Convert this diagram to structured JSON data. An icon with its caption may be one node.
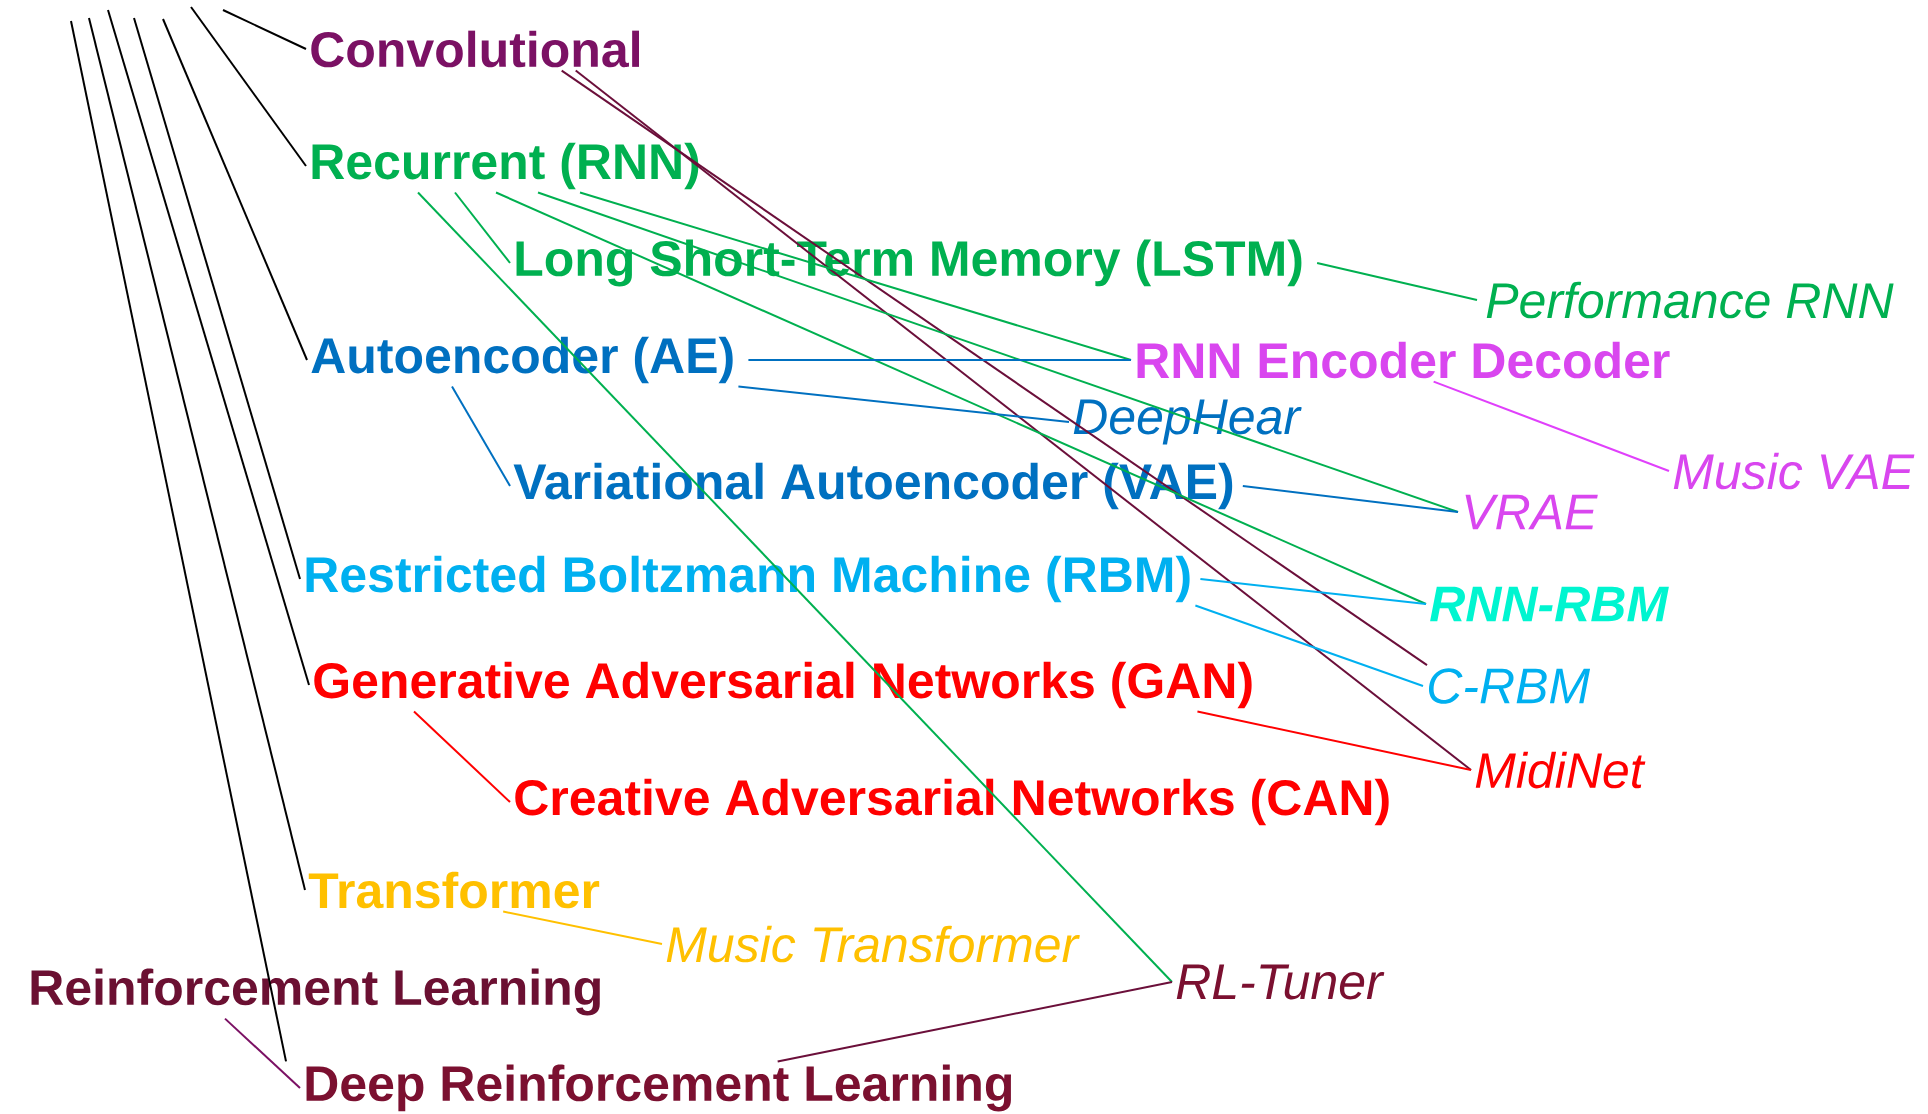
{
  "diagram": {
    "nodes": [
      {
        "text": [
          "Convolutional"
        ]
      },
      {
        "text": [
          "Recurrent (RNN)"
        ]
      },
      {
        "text": [
          "Long Short-Term Memory (LSTM)"
        ]
      },
      {
        "text": [
          "Performance RNN"
        ]
      },
      {
        "text": [
          "Autoencoder (AE)"
        ]
      },
      {
        "text": [
          "RNN Encoder Decoder"
        ]
      },
      {
        "text": [
          "DeepHear"
        ]
      },
      {
        "text": [
          "Music VAE"
        ]
      },
      {
        "text": [
          "Variational Autoencoder (VAE)"
        ]
      },
      {
        "text": [
          "VRAE"
        ]
      },
      {
        "text": [
          "Restricted Boltzmann Machine (RBM)"
        ]
      },
      {
        "text": [
          "RNN-RBM"
        ]
      },
      {
        "text": [
          "C-RBM"
        ]
      },
      {
        "text": [
          "Generative Adversarial Networks (GAN)"
        ]
      },
      {
        "text": [
          "MidiNet"
        ]
      },
      {
        "text": [
          "Creative Adversarial Networks (CAN)"
        ]
      },
      {
        "text": [
          "Transformer"
        ]
      },
      {
        "text": [
          "Music Transformer"
        ]
      },
      {
        "text": [
          "Reinforcement Learning"
        ]
      },
      {
        "text": [
          "RL-Tuner"
        ]
      },
      {
        "text": [
          "Deep Reinforcement Learning"
        ]
      }
    ],
    "edges": [
      {
        "from": null,
        "to": 0,
        "arrow": "none"
      },
      {
        "from": null,
        "to": 1,
        "arrow": "none"
      },
      {
        "from": null,
        "to": 4,
        "arrow": "none"
      },
      {
        "from": null,
        "to": 10,
        "arrow": "none"
      },
      {
        "from": null,
        "to": 13,
        "arrow": "none"
      },
      {
        "from": null,
        "to": 16,
        "arrow": "none"
      },
      {
        "from": null,
        "to": 20,
        "arrow": "none"
      },
      {
        "from": 0,
        "to": 12,
        "arrow": "none",
        "color": "#6b0f3a"
      },
      {
        "from": 0,
        "to": 14,
        "arrow": "none",
        "color": "#6b0f3a"
      },
      {
        "from": 1,
        "to": 2,
        "arrow": "none",
        "color": "#00b050"
      },
      {
        "from": 1,
        "to": 19,
        "arrow": "none",
        "color": "#00b050"
      },
      {
        "from": 1,
        "to": 11,
        "arrow": "none",
        "color": "#00b050"
      },
      {
        "from": 1,
        "to": 9,
        "arrow": "none",
        "color": "#00b050"
      },
      {
        "from": 1,
        "to": 5,
        "arrow": "none",
        "color": "#00b050"
      },
      {
        "from": 2,
        "to": 3,
        "arrow": "none",
        "color": "#00b050"
      },
      {
        "from": 4,
        "to": 5,
        "arrow": "none",
        "color": "#0070c0"
      },
      {
        "from": 4,
        "to": 6,
        "arrow": "none",
        "color": "#0070c0"
      },
      {
        "from": 4,
        "to": 8,
        "arrow": "none",
        "color": "#0070c0"
      },
      {
        "from": 8,
        "to": 9,
        "arrow": "none",
        "color": "#0070c0"
      },
      {
        "from": 5,
        "to": 7,
        "arrow": "none",
        "color": "#e040fb"
      },
      {
        "from": 10,
        "to": 11,
        "arrow": "none",
        "color": "#00b0f0"
      },
      {
        "from": 10,
        "to": 12,
        "arrow": "none",
        "color": "#00b0f0"
      },
      {
        "from": 13,
        "to": 14,
        "arrow": "none",
        "color": "#ff0000"
      },
      {
        "from": 13,
        "to": 15,
        "arrow": "none",
        "color": "#ff0000"
      },
      {
        "from": 16,
        "to": 17,
        "arrow": "none",
        "color": "#ffc000"
      },
      {
        "from": 18,
        "to": 20,
        "arrow": "none",
        "color": "#7b1164"
      },
      {
        "from": 20,
        "to": 19,
        "arrow": "none",
        "color": "#6b0f3a"
      }
    ]
  }
}
